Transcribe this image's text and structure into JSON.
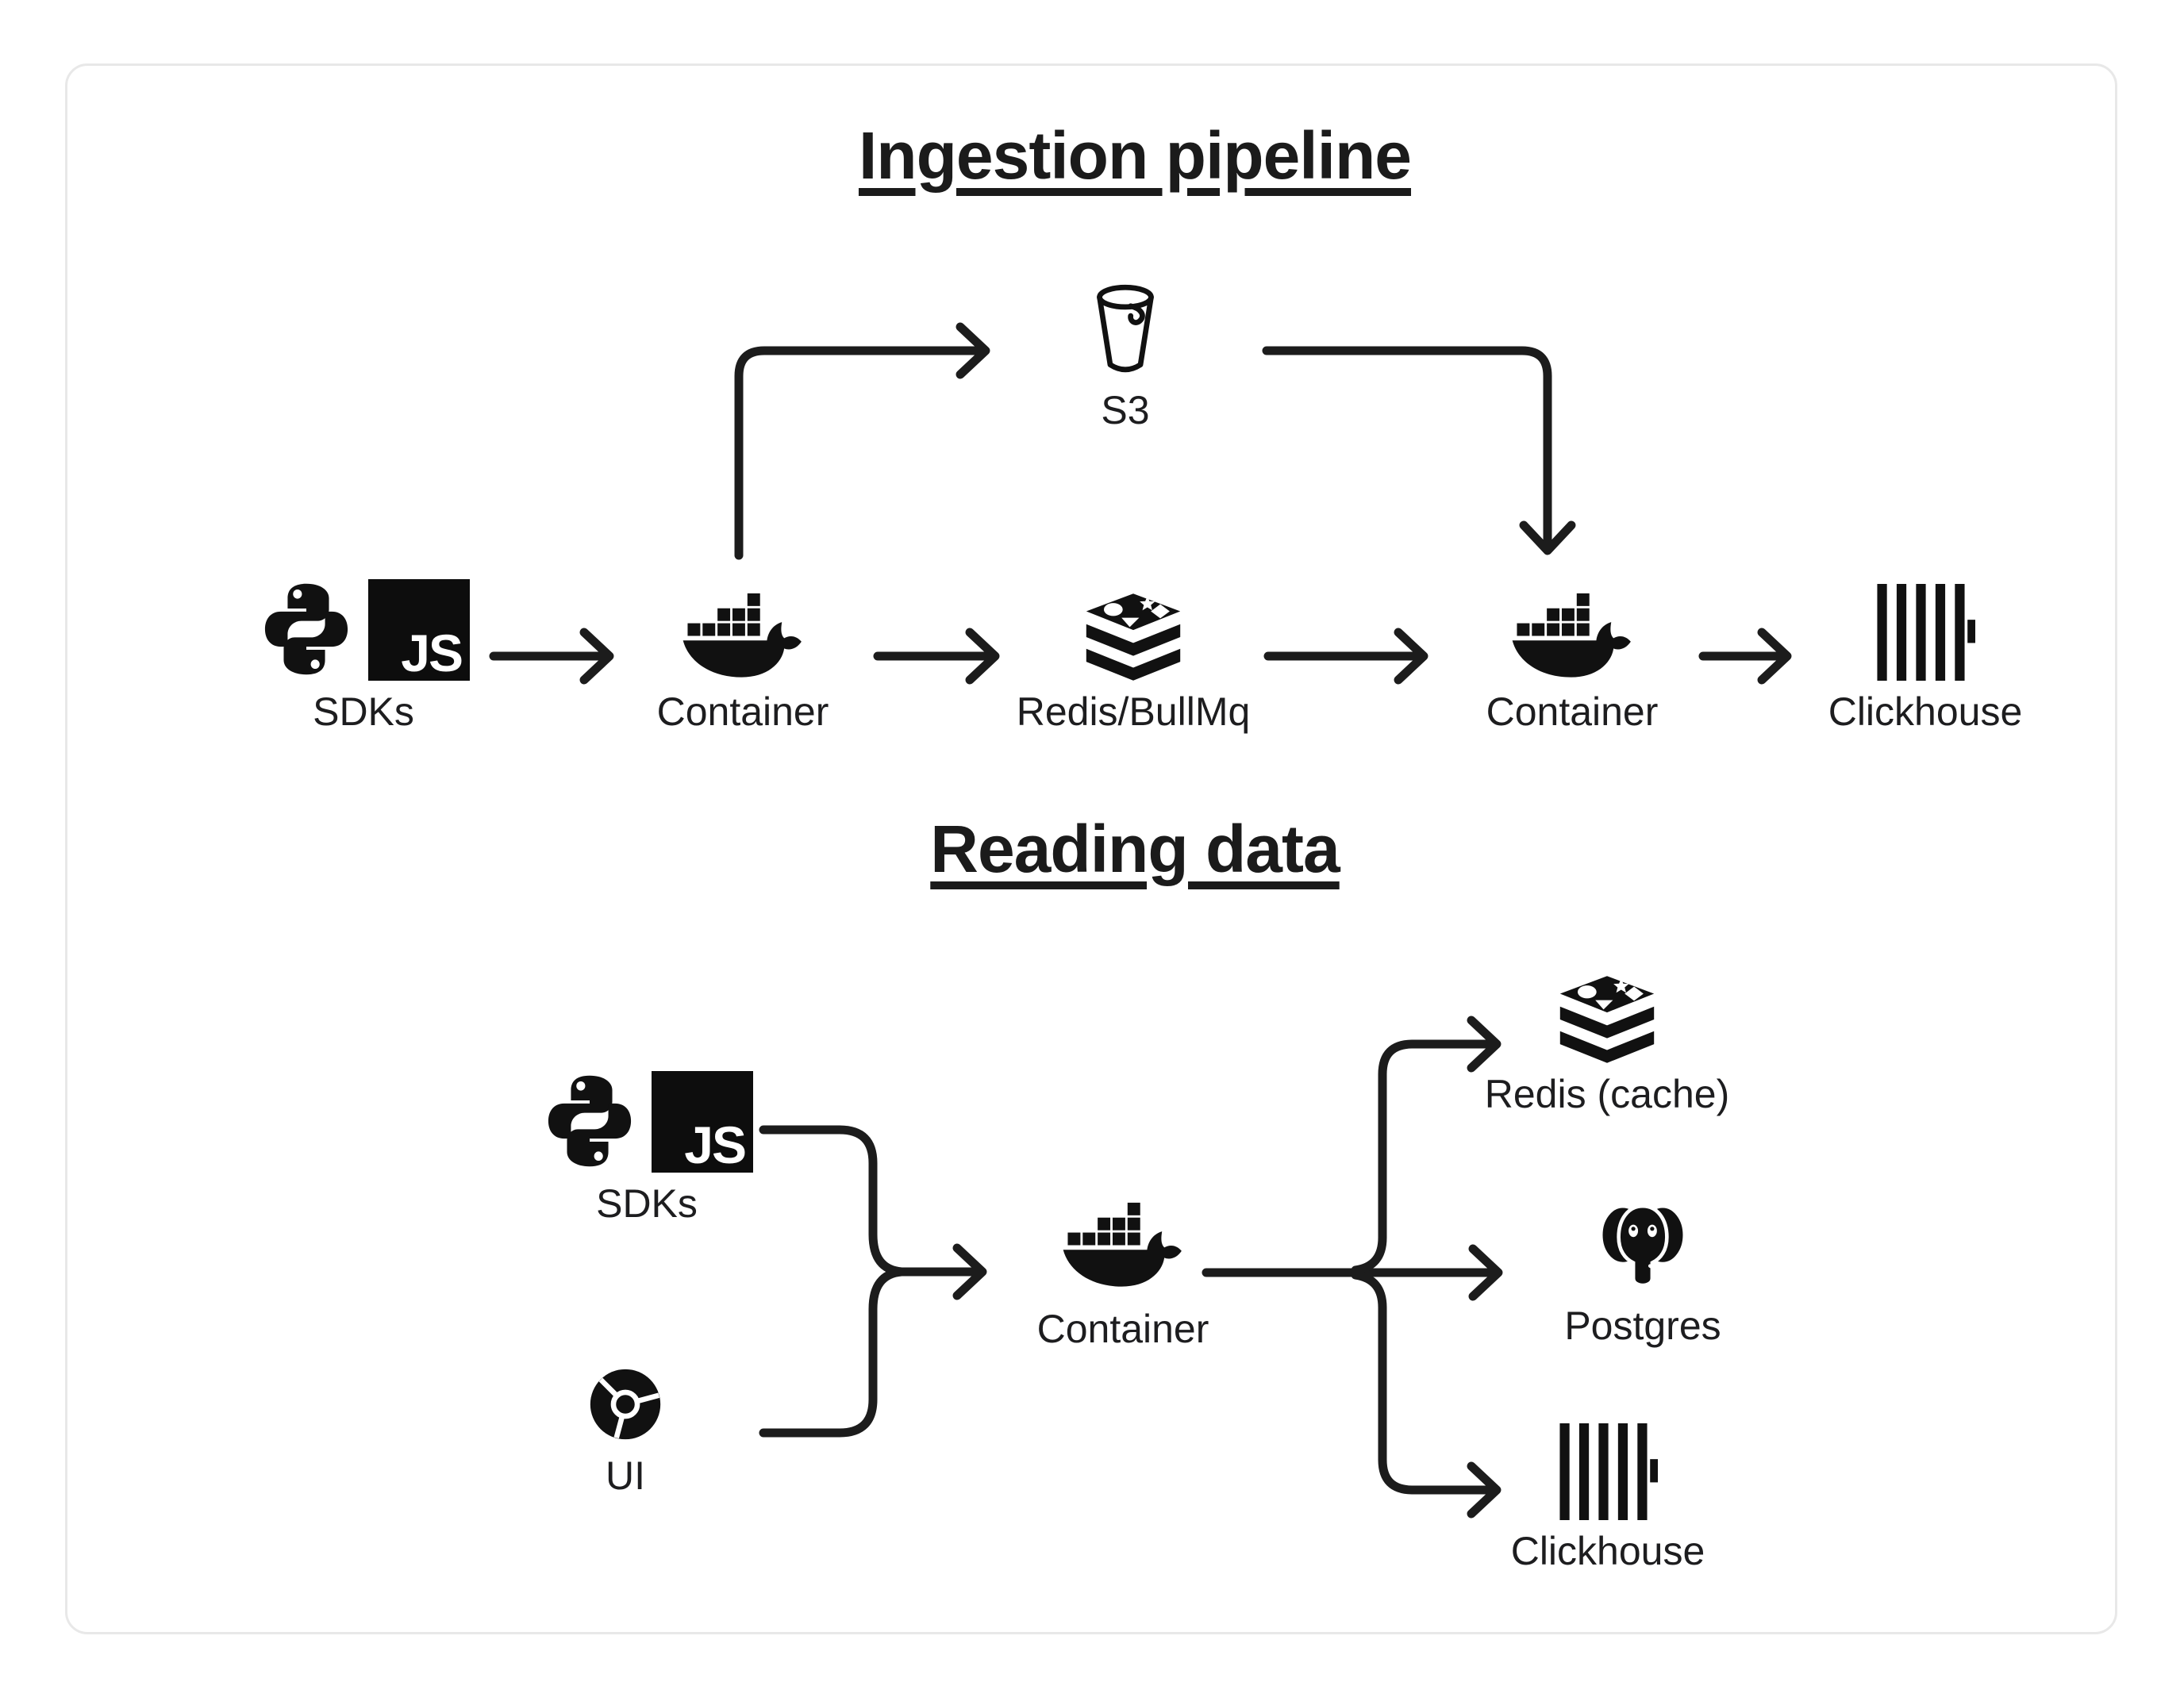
{
  "card": {
    "background": "#ffffff",
    "border_color": "#e8e8e8"
  },
  "colors": {
    "ink": "#1c1c1c",
    "label": "#1d1d1f",
    "icon_fill": "#111111"
  },
  "icon_text": {
    "javascript_badge": "JS"
  },
  "sections": [
    {
      "title": "Ingestion pipeline",
      "nodes": [
        {
          "id": "sdks",
          "label": "SDKs",
          "icons": [
            "python-icon",
            "javascript-icon"
          ]
        },
        {
          "id": "container-ingest",
          "label": "Container",
          "icons": [
            "docker-icon"
          ]
        },
        {
          "id": "s3",
          "label": "S3",
          "icons": [
            "s3-bucket-icon"
          ]
        },
        {
          "id": "redis-queue",
          "label": "Redis/BullMq",
          "icons": [
            "redis-icon"
          ]
        },
        {
          "id": "container-worker",
          "label": "Container",
          "icons": [
            "docker-icon"
          ]
        },
        {
          "id": "clickhouse",
          "label": "Clickhouse",
          "icons": [
            "clickhouse-icon"
          ]
        }
      ],
      "edges": [
        {
          "from": "sdks",
          "to": "container-ingest"
        },
        {
          "from": "container-ingest",
          "to": "s3"
        },
        {
          "from": "container-ingest",
          "to": "redis-queue"
        },
        {
          "from": "s3",
          "to": "container-worker"
        },
        {
          "from": "redis-queue",
          "to": "container-worker"
        },
        {
          "from": "container-worker",
          "to": "clickhouse"
        }
      ]
    },
    {
      "title": "Reading data",
      "nodes": [
        {
          "id": "sdks",
          "label": "SDKs",
          "icons": [
            "python-icon",
            "javascript-icon"
          ]
        },
        {
          "id": "ui",
          "label": "UI",
          "icons": [
            "chrome-icon"
          ]
        },
        {
          "id": "container-api",
          "label": "Container",
          "icons": [
            "docker-icon"
          ]
        },
        {
          "id": "redis-cache",
          "label": "Redis (cache)",
          "icons": [
            "redis-icon"
          ]
        },
        {
          "id": "postgres",
          "label": "Postgres",
          "icons": [
            "postgres-icon"
          ]
        },
        {
          "id": "clickhouse",
          "label": "Clickhouse",
          "icons": [
            "clickhouse-icon"
          ]
        }
      ],
      "edges": [
        {
          "from": "sdks",
          "to": "container-api"
        },
        {
          "from": "ui",
          "to": "container-api"
        },
        {
          "from": "container-api",
          "to": "redis-cache"
        },
        {
          "from": "container-api",
          "to": "postgres"
        },
        {
          "from": "container-api",
          "to": "clickhouse"
        }
      ]
    }
  ]
}
